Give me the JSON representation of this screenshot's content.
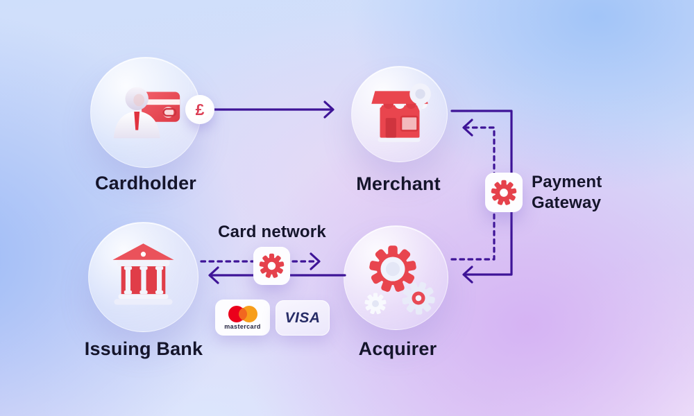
{
  "diagram": {
    "nodes": {
      "cardholder": {
        "label": "Cardholder",
        "icon": "person-with-card-icon"
      },
      "merchant": {
        "label": "Merchant",
        "icon": "storefront-icon"
      },
      "acquirer": {
        "label": "Acquirer",
        "icon": "gears-icon"
      },
      "issuing_bank": {
        "label": "Issuing Bank",
        "icon": "bank-icon"
      }
    },
    "connectors": {
      "payment_gateway": {
        "label_line1": "Payment",
        "label_line2": "Gateway",
        "icon": "gear-icon"
      },
      "card_network": {
        "label": "Card network",
        "icon": "gear-icon"
      }
    },
    "coin": {
      "symbol": "£"
    },
    "badges": {
      "mastercard": {
        "label": "mastercard"
      },
      "visa": {
        "label": "VISA"
      }
    },
    "flows": [
      {
        "from": "cardholder",
        "to": "merchant",
        "style": "solid"
      },
      {
        "from": "merchant",
        "to": "acquirer",
        "via": "payment_gateway",
        "style": "solid"
      },
      {
        "from": "acquirer",
        "to": "merchant",
        "via": "payment_gateway",
        "style": "dashed"
      },
      {
        "from": "issuing_bank",
        "to": "acquirer",
        "via": "card_network",
        "style": "dashed"
      },
      {
        "from": "acquirer",
        "to": "issuing_bank",
        "via": "card_network",
        "style": "solid"
      }
    ],
    "colors": {
      "arrow": "#3e1497",
      "accent_red": "#e8454e",
      "text": "#15152b",
      "mastercard_red": "#eb001b",
      "mastercard_orange": "#f79e1b",
      "visa_navy": "#272c66"
    }
  }
}
